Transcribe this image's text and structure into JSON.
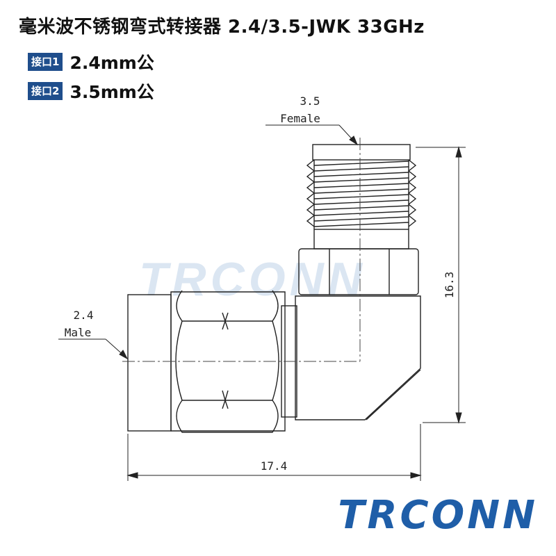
{
  "title": "毫米波不锈钢弯式转接器 2.4/3.5-JWK 33GHz",
  "ports": [
    {
      "label": "接口1",
      "value": "2.4mm公"
    },
    {
      "label": "接口2",
      "value": "3.5mm公"
    }
  ],
  "drawing": {
    "female_callout_size": "3.5",
    "female_callout_type": "Female",
    "male_callout_size": "2.4",
    "male_callout_type": "Male",
    "height_dim": "16.3",
    "width_dim": "17.4",
    "watermark": "TRCONN"
  },
  "brand": {
    "logo": "TRCONN",
    "color": "#1f5ea8"
  }
}
